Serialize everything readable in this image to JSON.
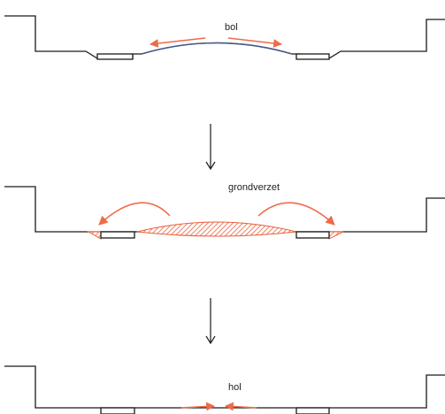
{
  "stages": [
    {
      "label": "bol"
    },
    {
      "label": "grondverzet"
    },
    {
      "label": "hol"
    }
  ],
  "colors": {
    "line": "#1a1a1a",
    "accent": "#ee6a48",
    "hatch": "#e8603c"
  },
  "icons": {
    "transition": "arrow-down-icon"
  }
}
